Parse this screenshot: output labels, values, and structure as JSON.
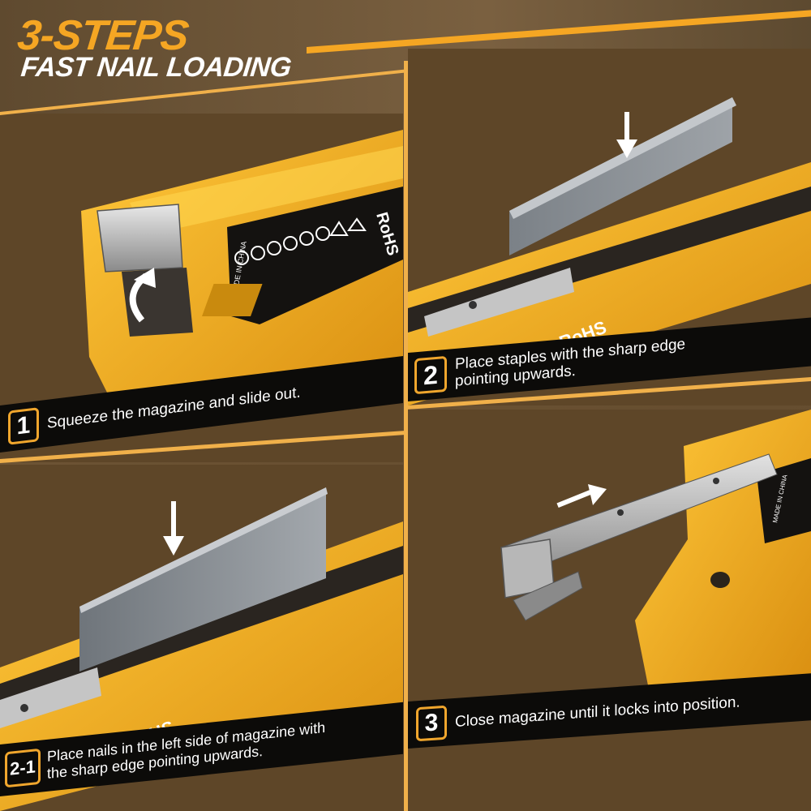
{
  "header": {
    "title_line1": "3-STEPS",
    "title_line2": "FAST NAIL LOADING",
    "accent_color": "#f5a623"
  },
  "product": {
    "rohs_mark": "RoHS",
    "made_in": "MADE IN CHINA",
    "body_color": "#f2b321",
    "icons": [
      "gloves-icon",
      "helmet-icon",
      "goggles-icon",
      "ear-protection-icon",
      "warning-icon",
      "no-hands-icon",
      "recycle-icon",
      "arrow-icon"
    ]
  },
  "steps": [
    {
      "badge": "1",
      "text": "Squeeze the magazine and slide out."
    },
    {
      "badge": "2",
      "text_line1": "Place staples with the sharp edge",
      "text_line2": "pointing upwards."
    },
    {
      "badge": "2-1",
      "text_line1": "Place nails in the left side of magazine with",
      "text_line2": "the sharp edge pointing upwards."
    },
    {
      "badge": "3",
      "text": "Close magazine until it locks into position."
    }
  ]
}
